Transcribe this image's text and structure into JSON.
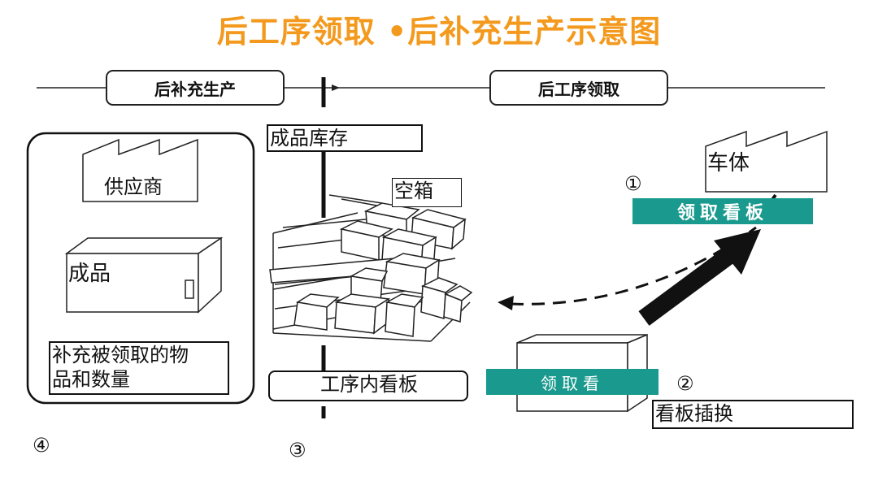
{
  "title": "后工序领取 •后补充生产示意图",
  "headers": {
    "left": "后补充生产",
    "right": "后工序领取"
  },
  "supplier_box": {
    "supplier_label": "供应商",
    "product_label": "成品",
    "replenish_label_line1": "补充被领取的物",
    "replenish_label_line2": "品和数量",
    "step_marker": "④"
  },
  "center": {
    "inventory_label": "成品库存",
    "empty_box_label": "空箱",
    "process_kanban_label": "工序内看板",
    "step_marker": "③"
  },
  "right": {
    "car_body_label": "车体",
    "step1_marker": "①",
    "pickup_kanban_label": "领取看板",
    "step2_marker": "②",
    "pickup_kanban_partial": "领取看",
    "kanban_swap_label": "看板插换"
  },
  "colors": {
    "title": "#f39a1e",
    "kanban_teal": "#1a9a8e",
    "outline": "#111111"
  }
}
